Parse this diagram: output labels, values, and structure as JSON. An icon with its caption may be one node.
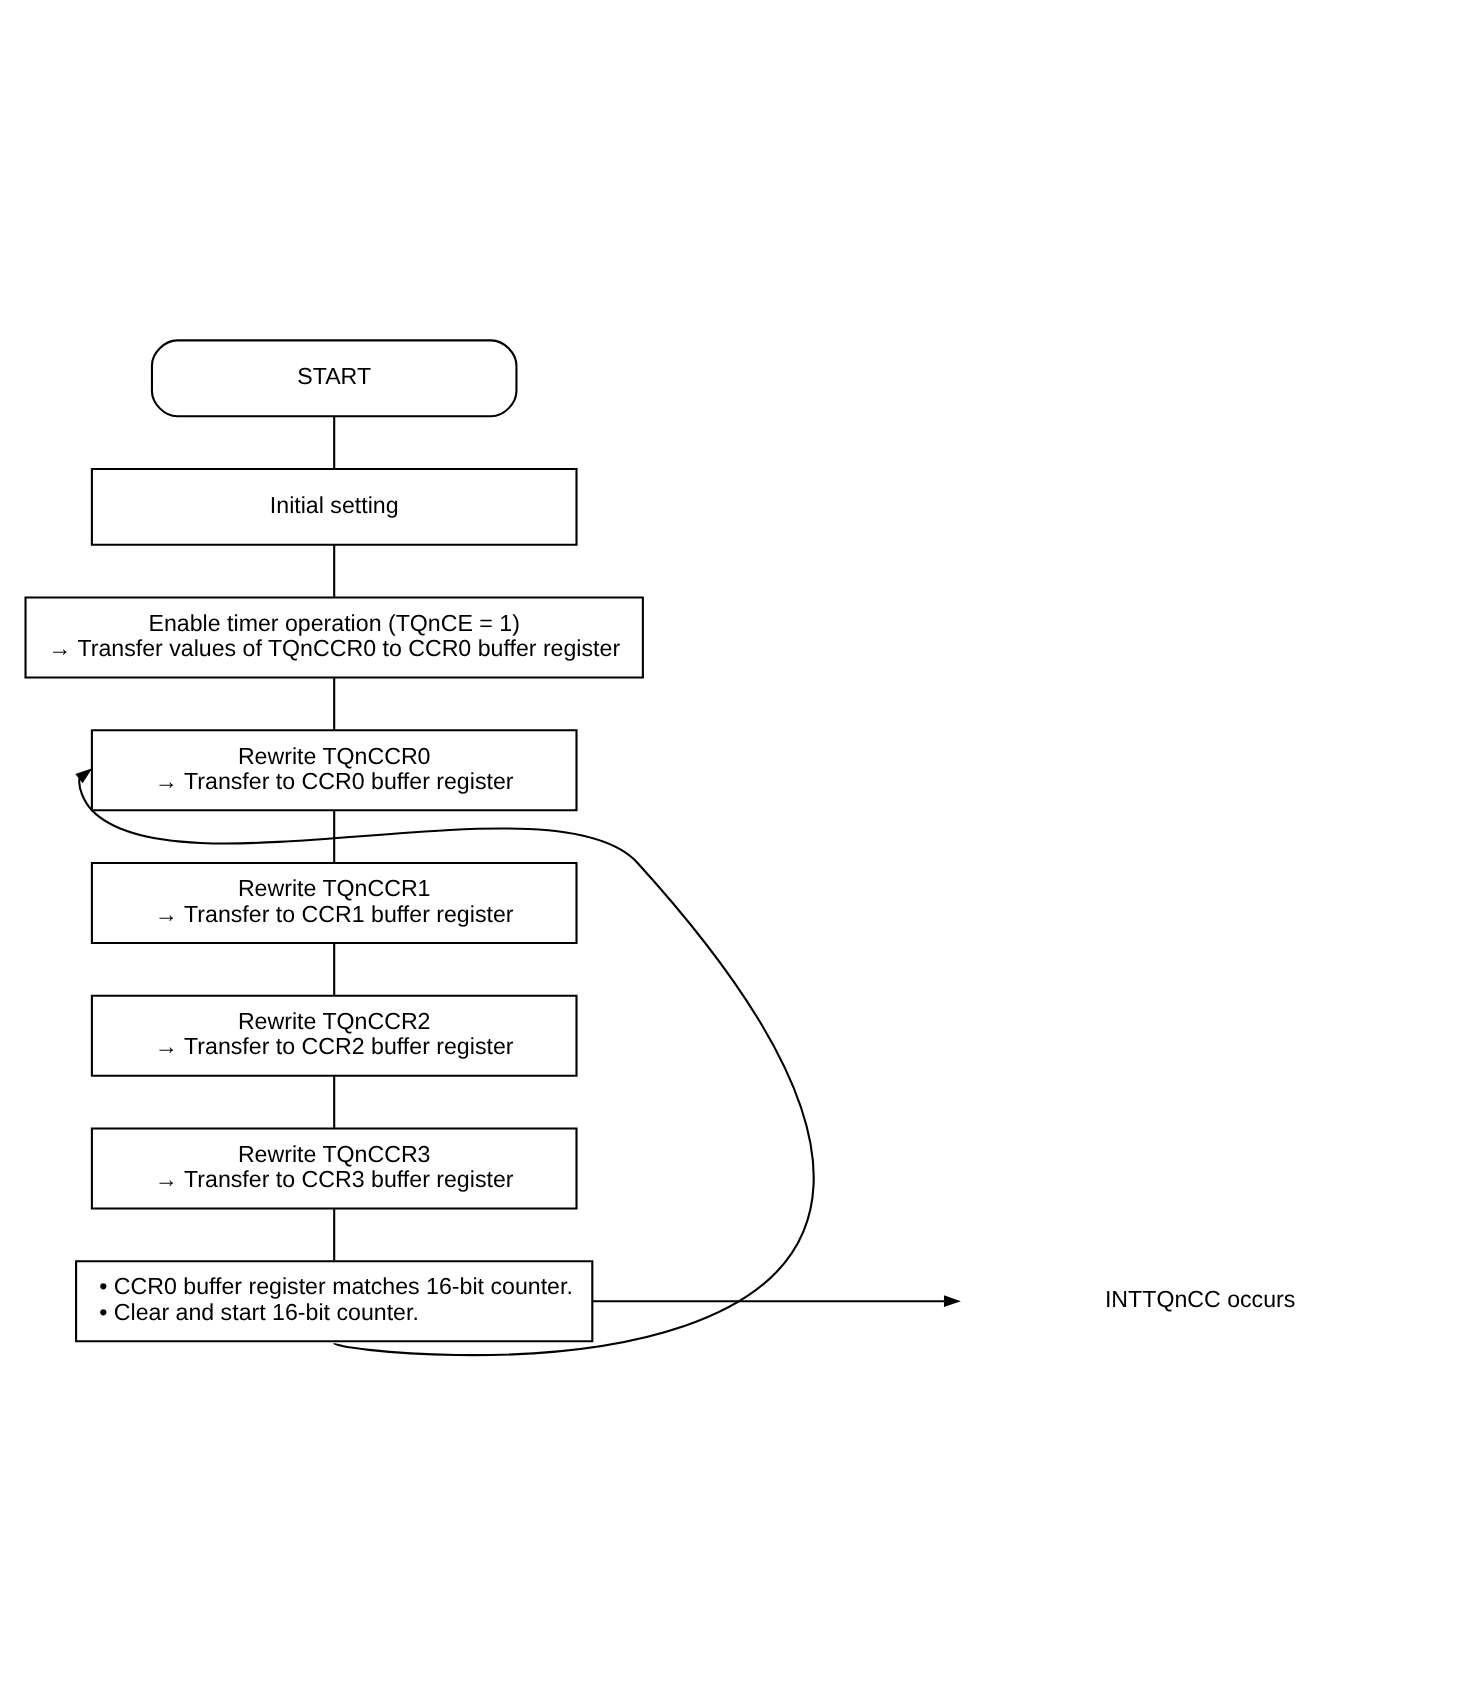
{
  "diagram": {
    "nodes": [
      {
        "text": [
          "START"
        ]
      },
      {
        "text": [
          "Initial setting"
        ]
      },
      {
        "text": [
          "Enable timer operation (TQnCE = 1)",
          "→ Transfer values of TQnCCR0 to CCR0 buffer register"
        ]
      },
      {
        "text": [
          "Rewrite TQnCCR0",
          "→ Transfer to CCR0 buffer register"
        ]
      },
      {
        "text": [
          "Rewrite TQnCCR1",
          "→ Transfer to CCR1 buffer register"
        ]
      },
      {
        "text": [
          "Rewrite TQnCCR2",
          "→ Transfer to CCR2 buffer register"
        ]
      },
      {
        "text": [
          "Rewrite TQnCCR3",
          "→ Transfer to CCR3 buffer register"
        ]
      },
      {
        "text": [
          "• CCR0 buffer register matches 16-bit counter.",
          "• Clear and start 16-bit counter."
        ]
      },
      {
        "text": [
          "INTTQnCC occurs"
        ]
      }
    ],
    "edges": [
      {
        "from": 0,
        "to": 1,
        "arrow": "none"
      },
      {
        "from": 1,
        "to": 2,
        "arrow": "none"
      },
      {
        "from": 2,
        "to": 3,
        "arrow": "none"
      },
      {
        "from": 3,
        "to": 4,
        "arrow": "none"
      },
      {
        "from": 4,
        "to": 5,
        "arrow": "none"
      },
      {
        "from": 5,
        "to": 6,
        "arrow": "none"
      },
      {
        "from": 6,
        "to": 7,
        "arrow": "none"
      },
      {
        "from": 7,
        "to": 8,
        "arrow": "to"
      },
      {
        "from": 7,
        "to": 3,
        "arrow": "to"
      }
    ]
  }
}
